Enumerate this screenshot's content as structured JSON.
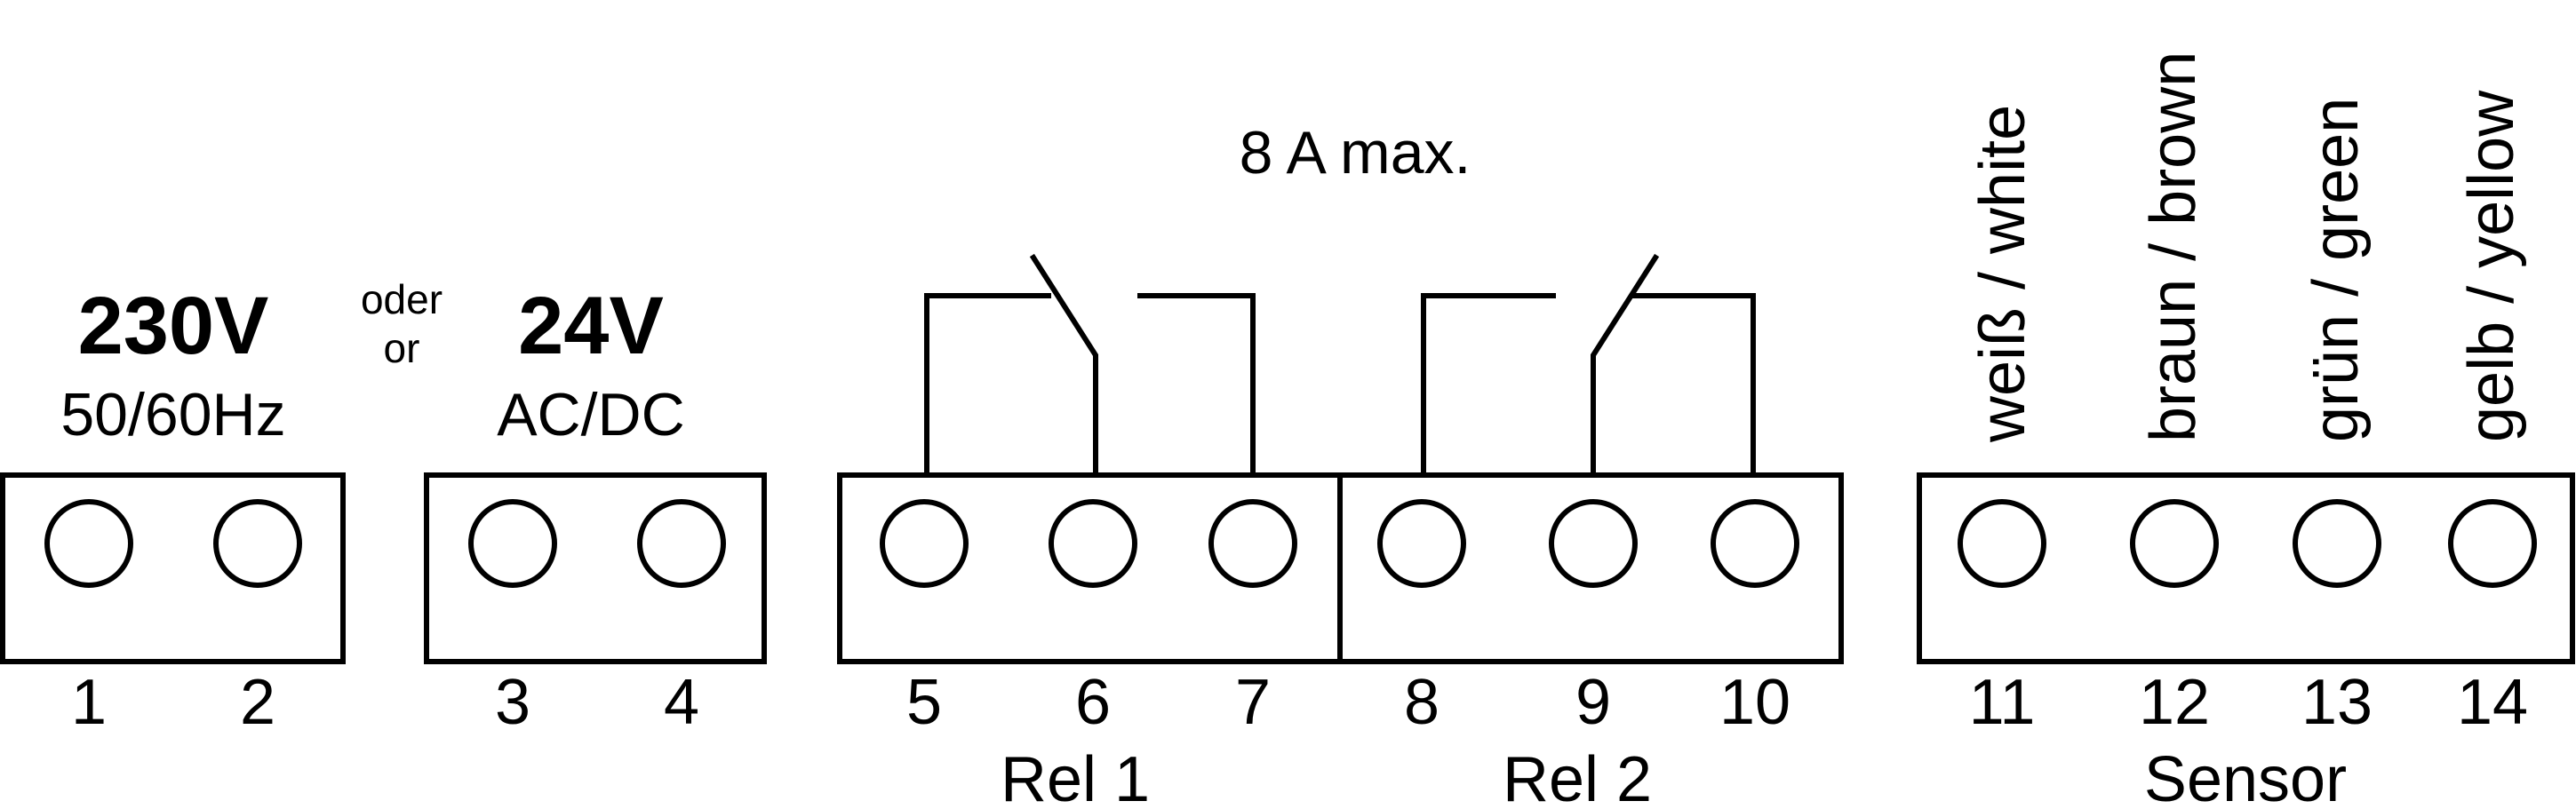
{
  "max_current": "8 A max.",
  "supply_230": {
    "voltage": "230V",
    "freq": "50/60Hz"
  },
  "oder_or": {
    "oder": "oder",
    "or": "or"
  },
  "supply_24": {
    "voltage": "24V",
    "type": "AC/DC"
  },
  "terminals": [
    "1",
    "2",
    "3",
    "4",
    "5",
    "6",
    "7",
    "8",
    "9",
    "10",
    "11",
    "12",
    "13",
    "14"
  ],
  "groups": {
    "rel1": "Rel 1",
    "rel2": "Rel 2",
    "sensor": "Sensor"
  },
  "wires": {
    "t11": "weiß / white",
    "t12": "braun / brown",
    "t13": "grün / green",
    "t14": "gelb / yellow"
  }
}
